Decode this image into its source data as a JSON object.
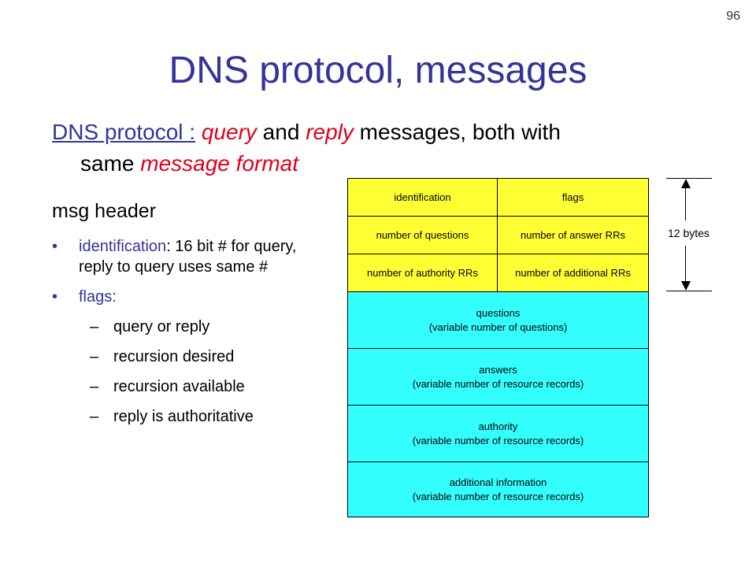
{
  "page_number": "96",
  "title": "DNS protocol, messages",
  "intro": {
    "link": "DNS protocol :",
    "query": "query",
    "and": " and ",
    "reply": "reply",
    "rest1": " messages, both with",
    "same": "same ",
    "format": "message format"
  },
  "msg_header": "msg header",
  "bullets": {
    "identification_term": "identification",
    "identification_text": ": 16 bit # for query, reply to query uses same #",
    "flags_term": "flags",
    "flags_colon": ":",
    "flag_items": [
      "query or reply",
      "recursion desired",
      "recursion available",
      "reply is authoritative"
    ]
  },
  "diagram": {
    "header_rows": [
      [
        "identification",
        "flags"
      ],
      [
        "number of questions",
        "number of answer RRs"
      ],
      [
        "number of authority RRs",
        "number of additional RRs"
      ]
    ],
    "sections": [
      [
        "questions",
        "(variable number of questions)"
      ],
      [
        "answers",
        "(variable number of resource records)"
      ],
      [
        "authority",
        "(variable number of resource  records)"
      ],
      [
        "additional information",
        "(variable number of resource records)"
      ]
    ],
    "header_size_label": "12 bytes",
    "colors": {
      "header": "#ffff33",
      "body": "#33ffff",
      "accent": "#333399",
      "emphasis": "#e0001b"
    }
  }
}
